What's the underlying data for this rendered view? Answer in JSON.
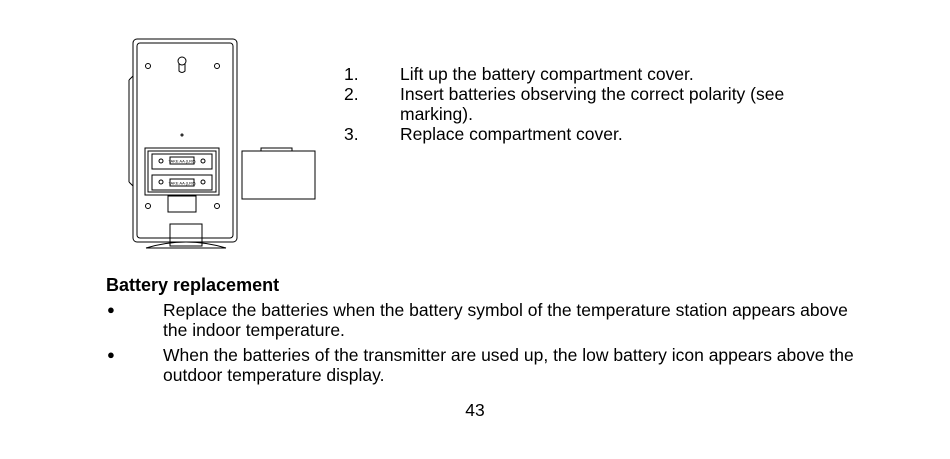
{
  "steps": [
    {
      "num": "1.",
      "text": "Lift up the battery compartment cover."
    },
    {
      "num": "2.",
      "text": "Insert batteries observing the correct polarity (see marking)."
    },
    {
      "num": "3.",
      "text": "Replace compartment cover."
    }
  ],
  "section": {
    "heading": "Battery replacement",
    "bullets": [
      "Replace the batteries when the battery symbol of the temperature station appears above the indoor temperature.",
      "When the batteries of the transmitter are used up, the low battery icon appears above the outdoor temperature display."
    ]
  },
  "page_number": "43",
  "illustration": {
    "name": "Back of temperature station with open battery compartment and removed cover",
    "battery_label_top": "TAKE AA (LR6)",
    "battery_label_bottom": "TAKE AA (LR6)"
  }
}
